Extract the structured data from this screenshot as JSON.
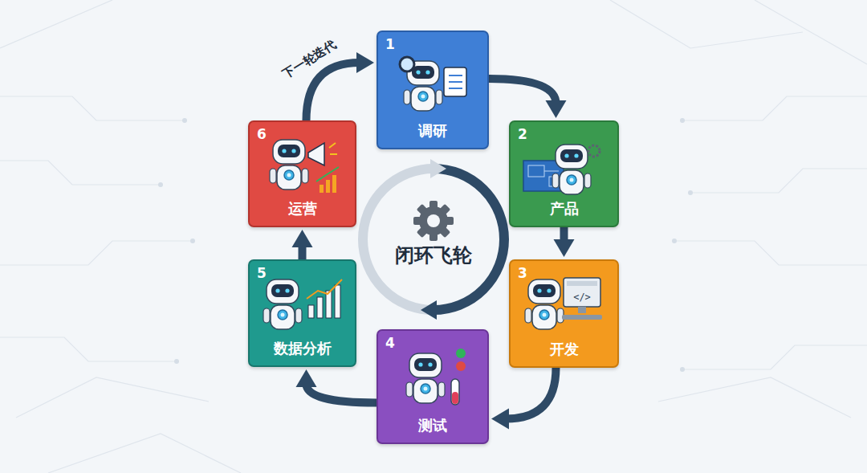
{
  "diagram": {
    "nodes": [
      {
        "text": [
          "1",
          "调研"
        ]
      },
      {
        "text": [
          "2",
          "产品"
        ]
      },
      {
        "text": [
          "3",
          "开发"
        ]
      },
      {
        "text": [
          "4",
          "测试"
        ]
      },
      {
        "text": [
          "5",
          "数据分析"
        ]
      },
      {
        "text": [
          "6",
          "运营"
        ]
      }
    ],
    "edges": [
      {
        "from": 0,
        "to": 1,
        "arrow": "to"
      },
      {
        "from": 1,
        "to": 2,
        "arrow": "to"
      },
      {
        "from": 2,
        "to": 3,
        "arrow": "to"
      },
      {
        "from": 3,
        "to": 4,
        "arrow": "to"
      },
      {
        "from": 4,
        "to": 5,
        "arrow": "to"
      },
      {
        "from": 5,
        "to": 0,
        "label": "下一轮迭代",
        "arrow": "to"
      }
    ],
    "labels": [
      "闭环飞轮"
    ]
  }
}
